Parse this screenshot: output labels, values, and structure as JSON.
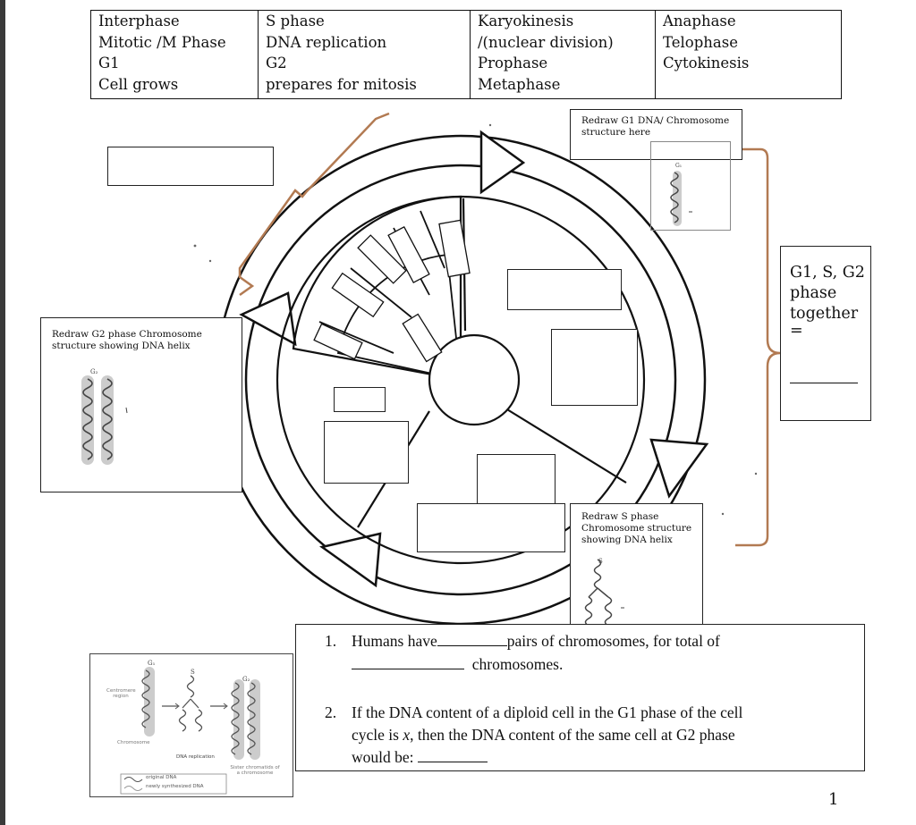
{
  "vocab": {
    "columns": [
      [
        "Interphase",
        "Mitotic /M Phase",
        "G1",
        "Cell grows"
      ],
      [
        "S phase",
        "DNA replication",
        "G2",
        "prepares for mitosis"
      ],
      [
        "Karyokinesis",
        "/(nuclear division)",
        "Prophase",
        "Metaphase"
      ],
      [
        "Anaphase",
        "Telophase",
        "Cytokinesis"
      ]
    ]
  },
  "labels": {
    "g1_redraw": "Redraw G1 DNA/ Chromosome structure here",
    "g2_redraw": "Redraw G2 phase Chromosome structure showing DNA helix",
    "s_redraw": "Redraw S phase Chromosome structure showing DNA helix",
    "together": "G1, S, G2 phase together",
    "equals": "="
  },
  "figure": {
    "g1": "G₁",
    "s": "S",
    "g2": "G₂",
    "centromere": "Centromere region",
    "chromosome": "Chromosome",
    "replication": "DNA replication",
    "sister": "Sister chromatids of a chromosome",
    "legend_original": "original DNA",
    "legend_new": "newly synthesized DNA"
  },
  "questions": {
    "q1_num": "1.",
    "q1_a": "Humans have",
    "q1_b": "pairs of chromosomes, for total of",
    "q1_c": "chromosomes.",
    "q2_num": "2.",
    "q2_a": "If the DNA content of a diploid cell in the G1 phase of the cell",
    "q2_b": "cycle is",
    "q2_x": "x",
    "q2_c": ", then the DNA content of the same cell at G2 phase",
    "q2_d": "would be:"
  },
  "page_number": "1",
  "colors": {
    "bracket": "#b27a52",
    "ink": "#111111"
  }
}
